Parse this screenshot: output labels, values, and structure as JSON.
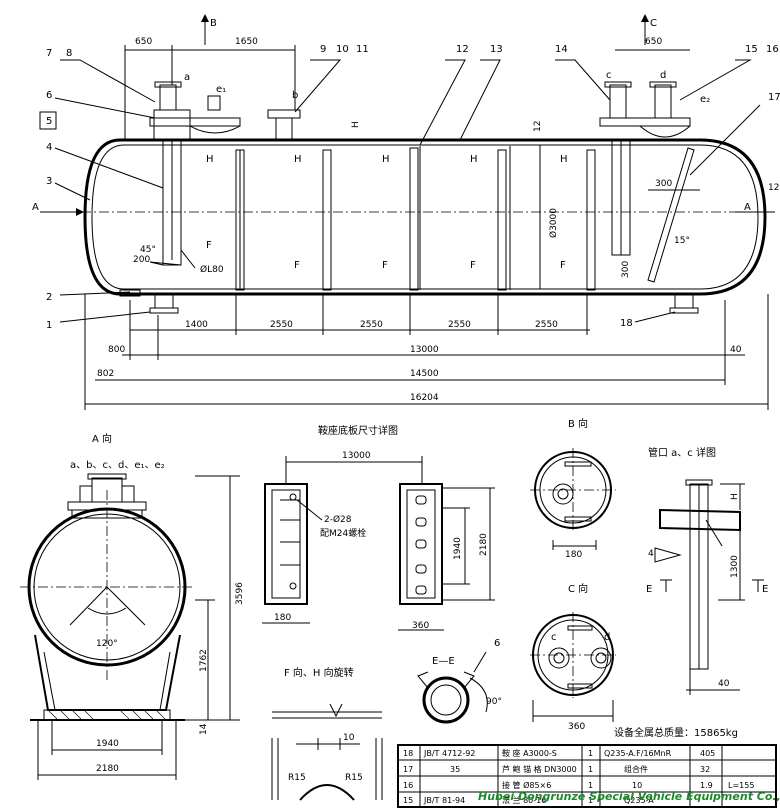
{
  "parts": [
    "1",
    "2",
    "3",
    "4",
    "5",
    "6",
    "7",
    "8",
    "9",
    "10",
    "11",
    "12",
    "13",
    "14",
    "15",
    "16",
    "17",
    "18"
  ],
  "section_arrows": {
    "b": "B",
    "c": "C",
    "a_left": "A",
    "a_right": "A"
  },
  "nozzles": {
    "a": "a",
    "b": "b",
    "c": "c",
    "d": "d",
    "e1": "e₁",
    "e2": "e₂"
  },
  "flow_marks": {
    "h": "H",
    "f": "F"
  },
  "main_dims": {
    "d650_l": "650",
    "d1650": "1650",
    "d650_r": "650",
    "d1400": "1400",
    "d2550_1": "2550",
    "d2550_2": "2550",
    "d2550_3": "2550",
    "d2550_4": "2550",
    "d800": "800",
    "d13000": "13000",
    "d40": "40",
    "d802": "802",
    "d14500": "14500",
    "d16204": "16204",
    "d200": "200",
    "dL80": "ØL80",
    "dia3000": "Ø3000",
    "d12a": "12",
    "d12b": "12",
    "d300a": "300",
    "d300b": "300",
    "ang45": "45°",
    "ang15": "15°",
    "dH": "H"
  },
  "view_a": {
    "title": "A  向",
    "nozzle_list": "a、b、c、d、e₁、e₂",
    "d3596": "3596",
    "d1762": "1762",
    "d14": "14",
    "d1940": "1940",
    "d2180": "2180",
    "ang120": "120°"
  },
  "saddle": {
    "title": "鞍座底板尺寸详图",
    "d13000": "13000",
    "bolt1": "2-Ø28",
    "bolt2": "配M24螺栓",
    "d1940": "1940",
    "d2180": "2180",
    "d180": "180",
    "d360": "360"
  },
  "view_b": {
    "title": "B  向",
    "d180": "180"
  },
  "view_c": {
    "title": "C  向",
    "c": "c",
    "d": "d",
    "d360": "360"
  },
  "nozzle_detail": {
    "title": "管口 a、c 详图",
    "dH": "H",
    "d1300": "1300",
    "d40": "40",
    "e": "E",
    "weld": "4"
  },
  "ee": {
    "title": "E—E",
    "item": "6",
    "ang": "90°"
  },
  "fh": {
    "title": "F 向、H 向旋转",
    "d10": "10",
    "r1": "R15",
    "r2": "R15"
  },
  "total_weight": "设备全属总质量：15865kg",
  "bom": [
    [
      "18",
      "JB/T 4712-92",
      "鞍  座 A3000-S",
      "1",
      "Q235-A.F/16MnR",
      "405",
      ""
    ],
    [
      "17",
      "35",
      "芦 鲍 锚 格 DN3000",
      "1",
      "组合件",
      "32",
      ""
    ],
    [
      "16",
      "",
      "接  管 Ø85×6",
      "1",
      "10",
      "1.9",
      "L=155"
    ],
    [
      "15",
      "JB/T 81-94",
      "法  兰 80-16",
      "1",
      "Q235-A",
      "",
      "",
      ""
    ]
  ],
  "watermark": "Hubei Dongrunze Special Vehicle Equipment Co., Ltd"
}
